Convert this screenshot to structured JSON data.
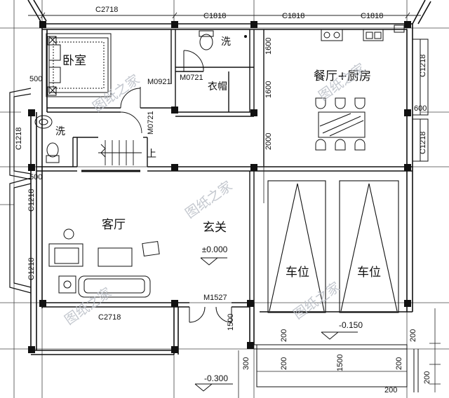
{
  "rooms": {
    "bedroom": "卧室",
    "wash_top": "洗",
    "wash_left": "洗",
    "closet": "衣帽",
    "dining_kitchen": "餐厅+厨房",
    "living": "客厅",
    "foyer": "玄关",
    "parking_1": "车位",
    "parking_2": "车位",
    "stair_up": "上"
  },
  "window_codes": {
    "top_left": "C2718",
    "top_mid": "C1818",
    "top_right_a": "C1818",
    "top_right_b": "C1818",
    "right_upper": "C1218",
    "right_lower": "C1218",
    "left_upper": "C1218",
    "left_mid": "C1218",
    "left_lower": "C1218",
    "bottom_left": "C2718"
  },
  "door_codes": {
    "bedroom": "M0921",
    "bath": "M0721",
    "stair": "M0721",
    "entrance": "M1527"
  },
  "dimensions": {
    "d1600a": "1600",
    "d1600b": "1600",
    "d2000": "2000",
    "d600": "600",
    "d500a": "500",
    "d500b": "500",
    "d1500a": "1500",
    "d1500b": "1500",
    "d300": "300",
    "d200a": "200",
    "d200b": "200",
    "d200c": "200",
    "d200d": "200",
    "d200e": "200",
    "d200f": "200"
  },
  "elevations": {
    "foyer": "±0.000",
    "garage": "-0.150",
    "outside": "-0.300"
  },
  "watermark": "图纸之家"
}
